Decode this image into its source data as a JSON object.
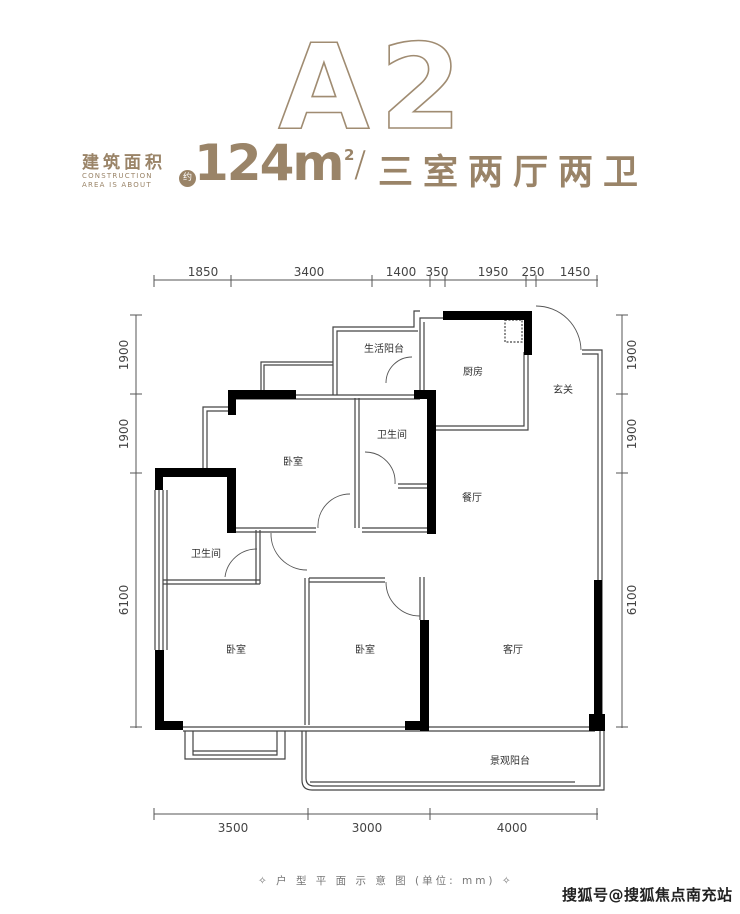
{
  "header": {
    "unit_code": "A2",
    "area_label_cn": "建筑面积",
    "area_label_en_line1": "CONSTRUCTION",
    "area_label_en_line2": "AREA IS ABOUT",
    "approx_badge": "约",
    "area_value": "124m",
    "area_unit_sup": "2",
    "separator": "/",
    "layout_type": "三室两厅两卫"
  },
  "colors": {
    "accent": "#9a8468",
    "wall": "#000000",
    "line": "#555555"
  },
  "dimensions": {
    "top": [
      "1850",
      "3400",
      "1400",
      "350",
      "1950",
      "250",
      "1450"
    ],
    "bottom": [
      "3500",
      "3000",
      "4000"
    ],
    "left": [
      "1900",
      "1900",
      "6100"
    ],
    "right": [
      "1900",
      "1900",
      "6100"
    ]
  },
  "rooms": {
    "service_balcony": "生活阳台",
    "kitchen": "厨房",
    "foyer": "玄关",
    "bathroom_1": "卫生间",
    "bedroom_1": "卧室",
    "dining": "餐厅",
    "bathroom_2": "卫生间",
    "bedroom_2": "卧室",
    "bedroom_3": "卧室",
    "living": "客厅",
    "view_balcony": "景观阳台"
  },
  "footer": {
    "caption": "✧ 户 型 平 面 示 意 图 (单位: mm) ✧",
    "watermark": "搜狐号@搜狐焦点南充站"
  }
}
